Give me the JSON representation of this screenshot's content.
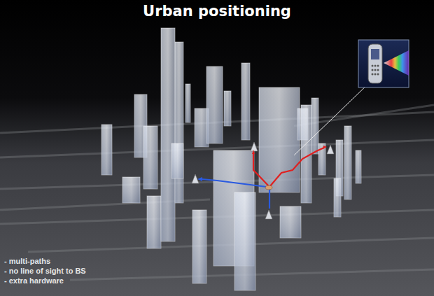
{
  "diagram": {
    "title": "Urban positioning",
    "labels": [
      "- multi-paths",
      "- no line of sight to BS",
      "- extra hardware"
    ]
  }
}
